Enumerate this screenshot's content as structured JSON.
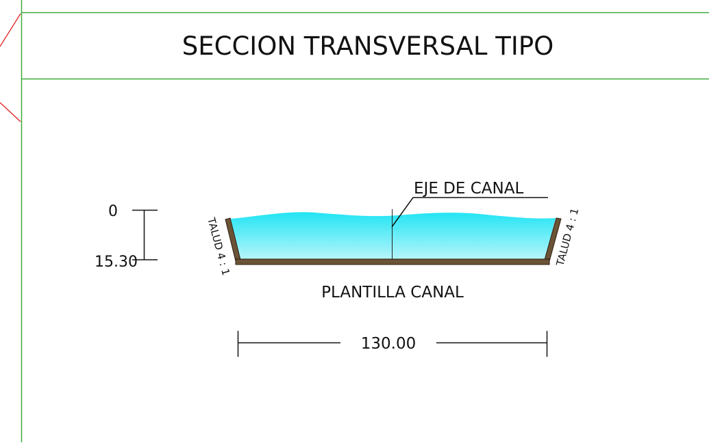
{
  "title": "SECCION TRANSVERSAL TIPO",
  "labels": {
    "axis_label": "EJE DE CANAL",
    "base_label": "PLANTILLA CANAL",
    "slope_left": "TALUD 4 : 1",
    "slope_right": "TALUD 4 : 1"
  },
  "dimensions": {
    "top_level": "0",
    "bottom_level": "15.30",
    "width": "130.00"
  },
  "colors": {
    "frame_line": "#3faa3f",
    "edge_line": "#e0181a",
    "water_top": "#22e4f4",
    "water_bottom": "#b8f6fb",
    "canal_lining": "#6b5337",
    "dimension_line": "#111111"
  }
}
